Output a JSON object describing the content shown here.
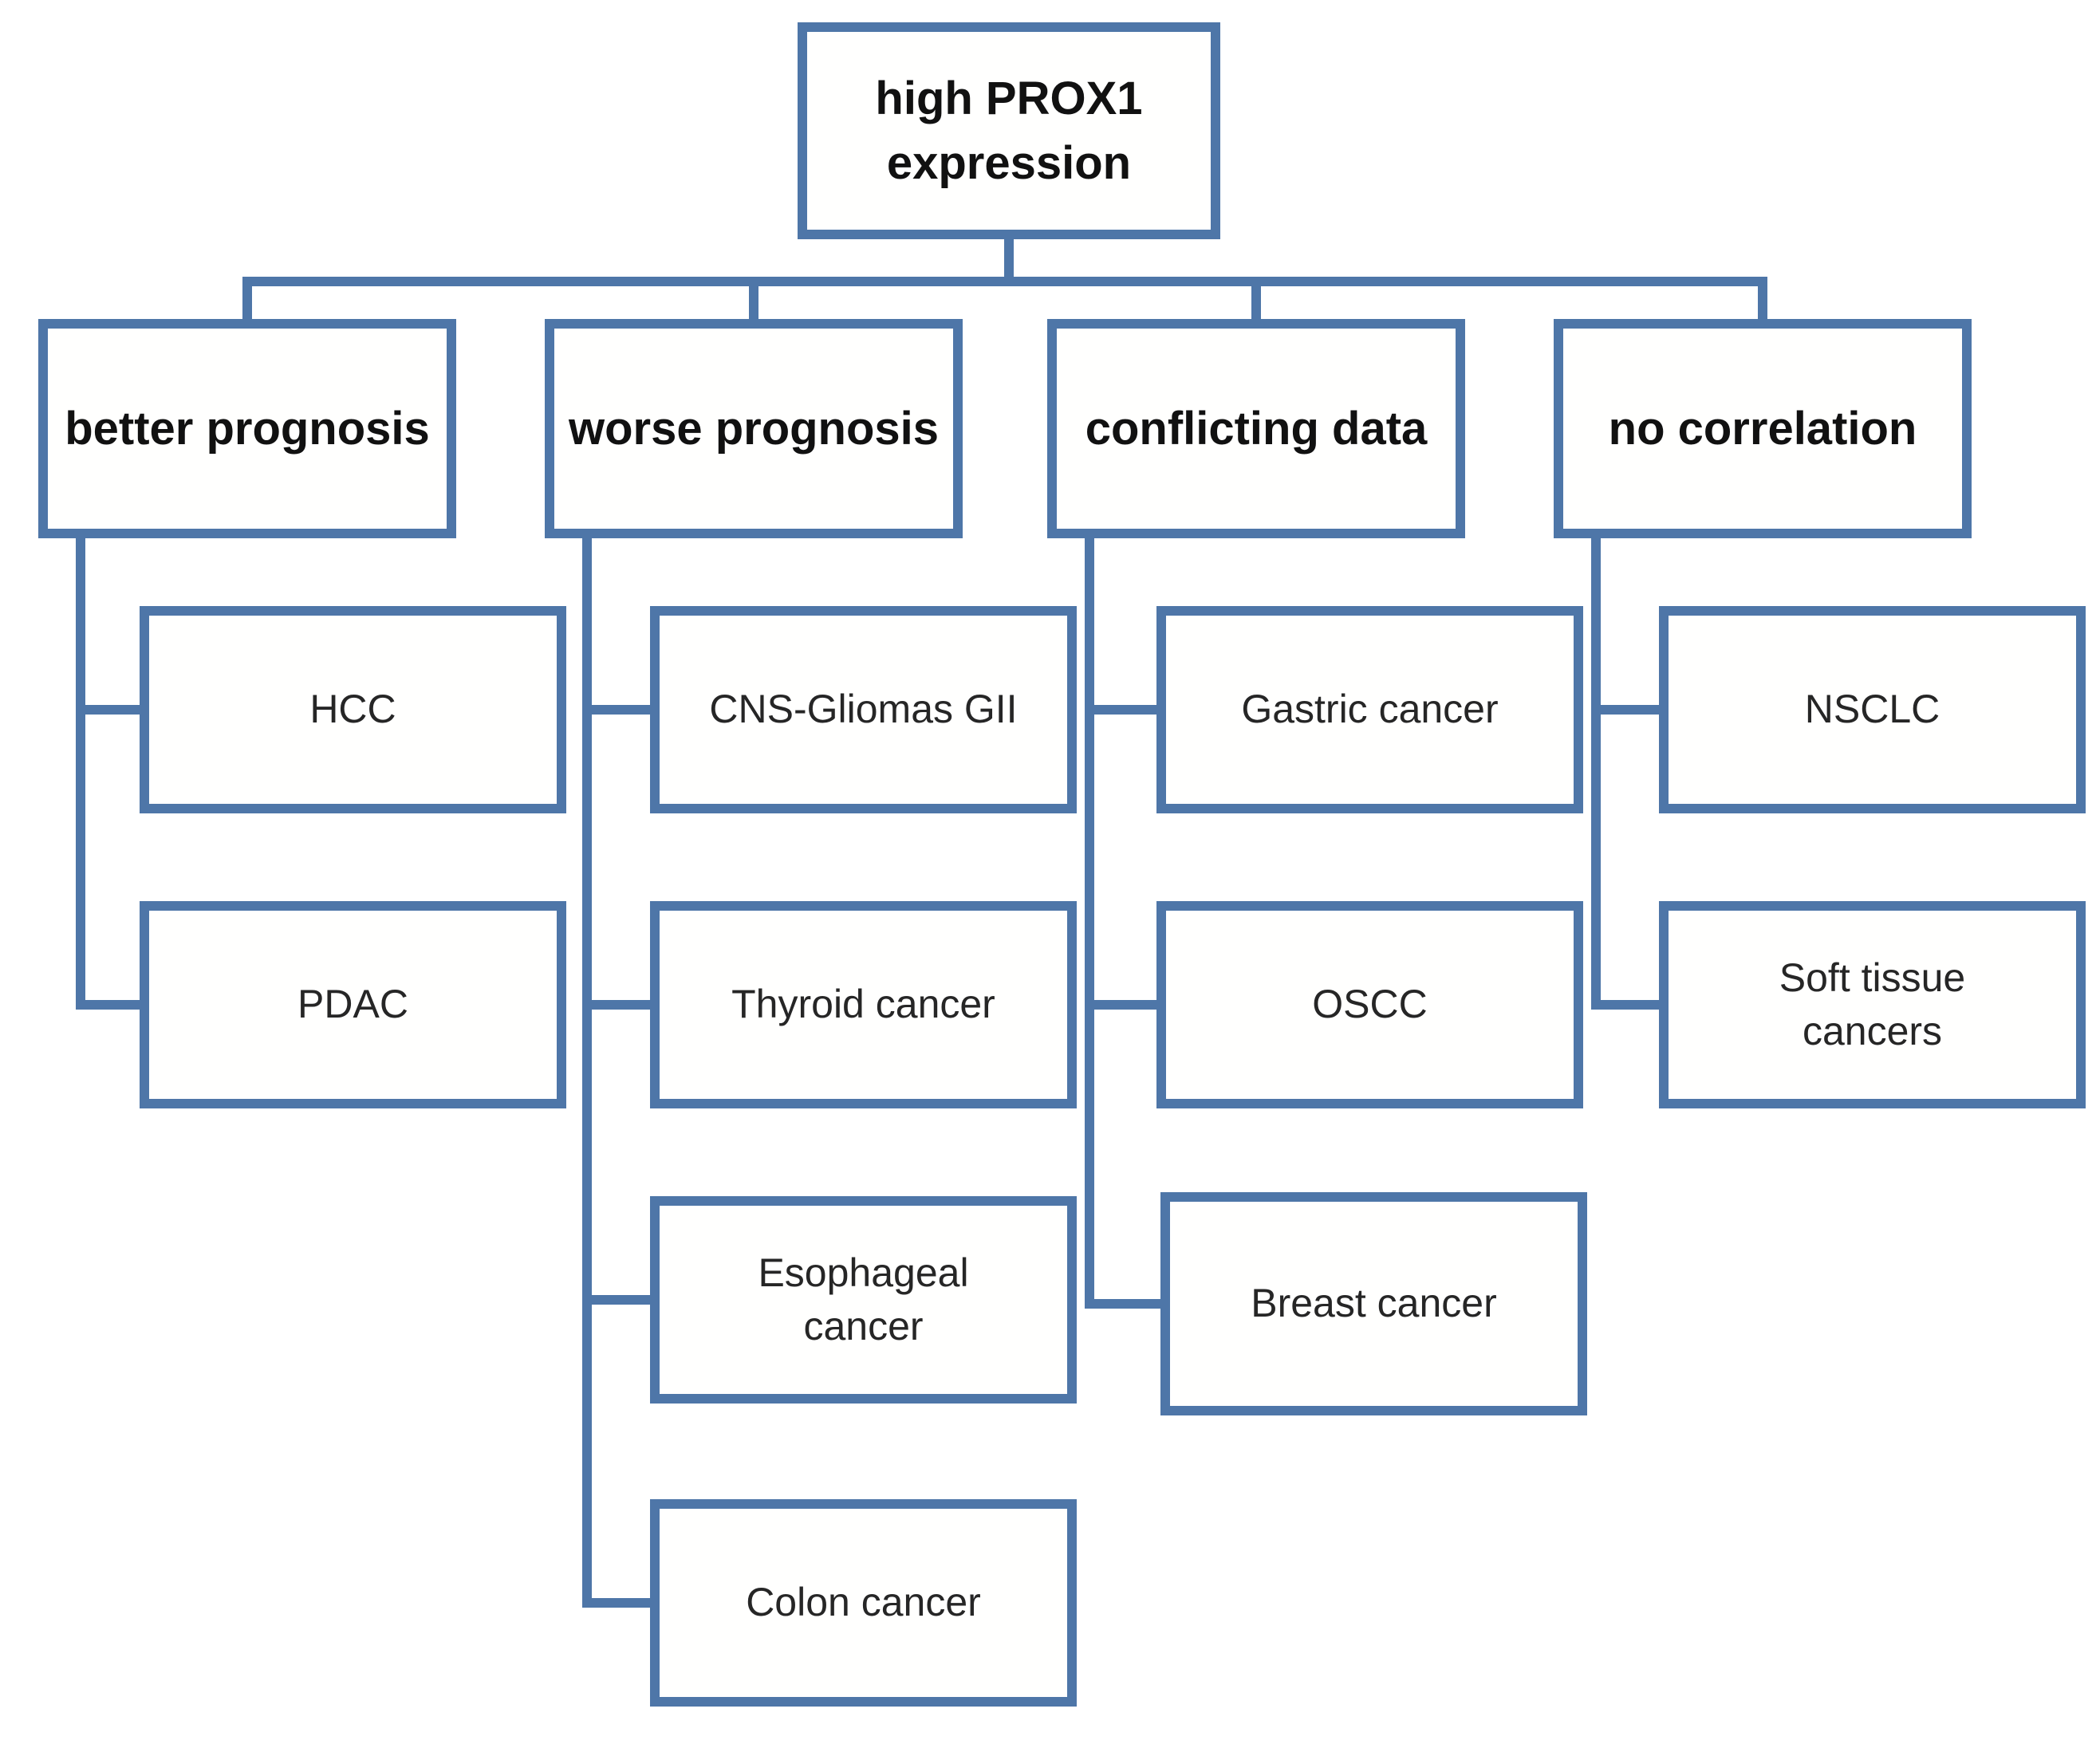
{
  "diagram": {
    "type": "flowchart",
    "root": {
      "label": "high PROX1\nexpression"
    },
    "branches": [
      {
        "label": "better prognosis",
        "children": [
          "HCC",
          "PDAC"
        ]
      },
      {
        "label": "worse prognosis",
        "children": [
          "CNS-Gliomas GII",
          "Thyroid cancer",
          "Esophageal\ncancer",
          "Colon cancer"
        ]
      },
      {
        "label": "conflicting data",
        "children": [
          "Gastric cancer",
          "OSCC",
          "Breast cancer"
        ]
      },
      {
        "label": "no correlation",
        "children": [
          "NSCLC",
          "Soft tissue\ncancers"
        ]
      }
    ],
    "colors": {
      "line": "#4e76a8",
      "text": "#1f1f1f",
      "background": "#ffffff"
    }
  }
}
